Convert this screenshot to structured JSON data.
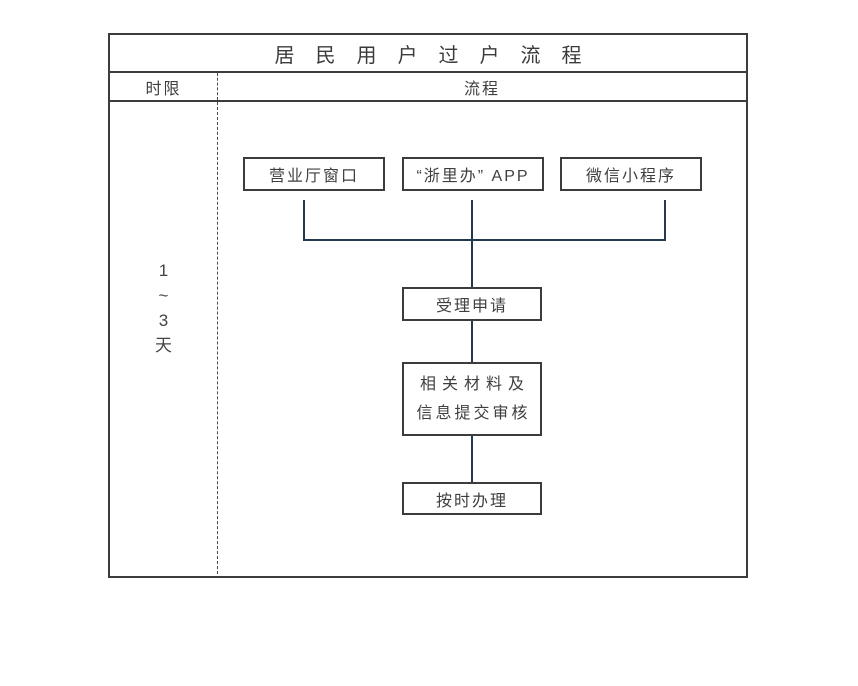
{
  "title": "居民用户过户流程",
  "table_header": {
    "left": "时限",
    "right": "流程"
  },
  "time_limit": {
    "lines": [
      "1",
      "~",
      "3",
      "天"
    ]
  },
  "flow": {
    "channels": [
      "营业厅窗口",
      "“浙里办” APP",
      "微信小程序"
    ],
    "accept": "受理申请",
    "review": {
      "line1": "相关材料及",
      "line2": "信息提交审核"
    },
    "complete": "按时办理"
  },
  "colors": {
    "frame_border": "#3c3c3c",
    "connector_line": "#243a50",
    "text": "#3f3f3f",
    "background": "#ffffff"
  }
}
